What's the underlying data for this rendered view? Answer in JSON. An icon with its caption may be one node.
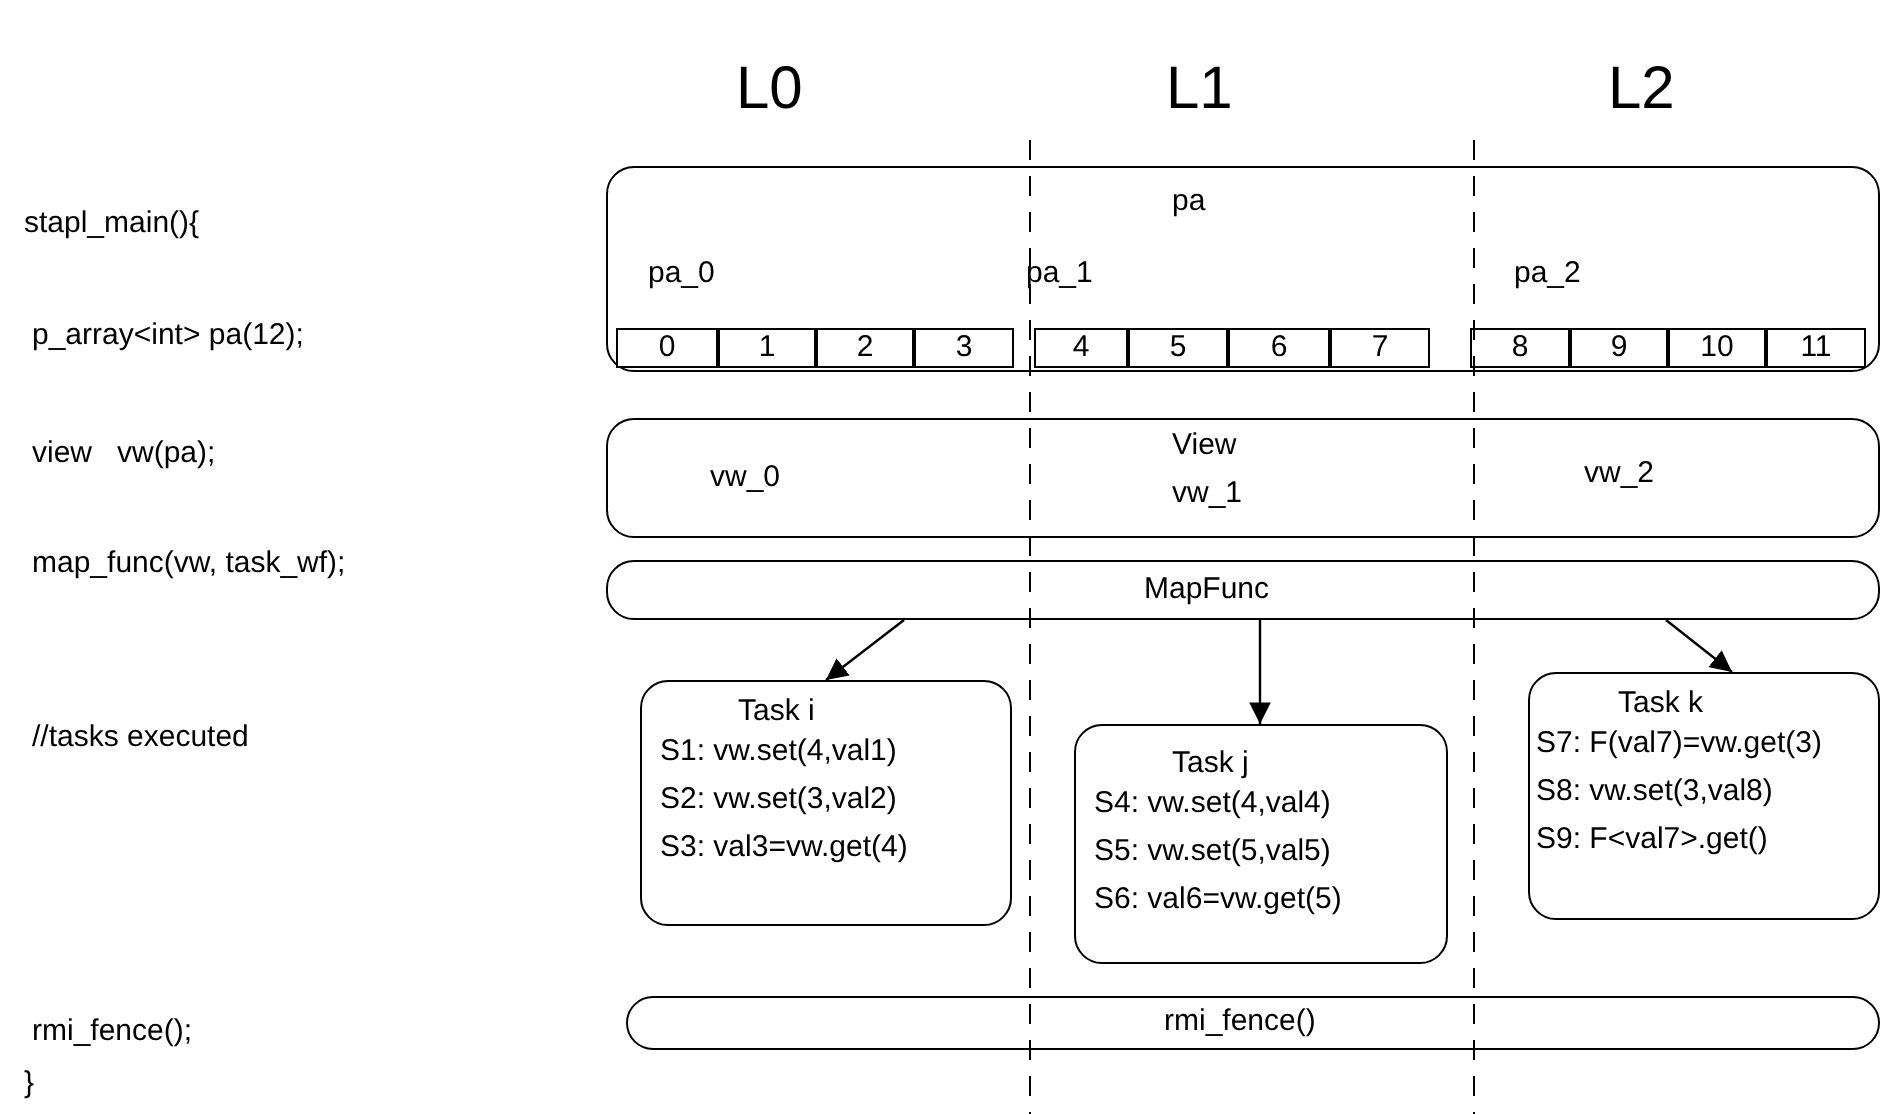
{
  "diagram": {
    "nodes": [
      {
        "text": [
          "pa",
          "pa_0",
          "pa_1",
          "pa_2"
        ]
      },
      {
        "text": [
          "0"
        ],
        "in": 0
      },
      {
        "text": [
          "1"
        ],
        "in": 0
      },
      {
        "text": [
          "2"
        ],
        "in": 0
      },
      {
        "text": [
          "3"
        ],
        "in": 0
      },
      {
        "text": [
          "4"
        ],
        "in": 0
      },
      {
        "text": [
          "5"
        ],
        "in": 0
      },
      {
        "text": [
          "6"
        ],
        "in": 0
      },
      {
        "text": [
          "7"
        ],
        "in": 0
      },
      {
        "text": [
          "8"
        ],
        "in": 0
      },
      {
        "text": [
          "9"
        ],
        "in": 0
      },
      {
        "text": [
          "10"
        ],
        "in": 0
      },
      {
        "text": [
          "11"
        ],
        "in": 0
      },
      {
        "text": [
          "View",
          "vw_0",
          "vw_1",
          "vw_2"
        ]
      },
      {
        "text": [
          "MapFunc"
        ]
      },
      {
        "text": [
          "Task i",
          "S1: vw.set(4,val1)",
          "S2: vw.set(3,val2)",
          "S3: val3=vw.get(4)"
        ]
      },
      {
        "text": [
          "Task j",
          "S4: vw.set(4,val4)",
          "S5: vw.set(5,val5)",
          "S6: val6=vw.get(5)"
        ]
      },
      {
        "text": [
          "Task k",
          "S7: F(val7)=vw.get(3)",
          "S8: vw.set(3,val8)",
          "S9: F<val7>.get()"
        ]
      },
      {
        "text": [
          "rmi_fence()"
        ]
      }
    ],
    "edges": [
      {
        "from": 14,
        "to": 15,
        "arrow": "to"
      },
      {
        "from": 14,
        "to": 16,
        "arrow": "to"
      },
      {
        "from": 14,
        "to": 17,
        "arrow": "to"
      }
    ],
    "labels": [
      "L0",
      "L1",
      "L2",
      "stapl_main(){",
      "p_array<int> pa(12);",
      "view   vw(pa);",
      "map_func(vw, task_wf);",
      "//tasks executed",
      "rmi_fence();",
      "}"
    ]
  }
}
